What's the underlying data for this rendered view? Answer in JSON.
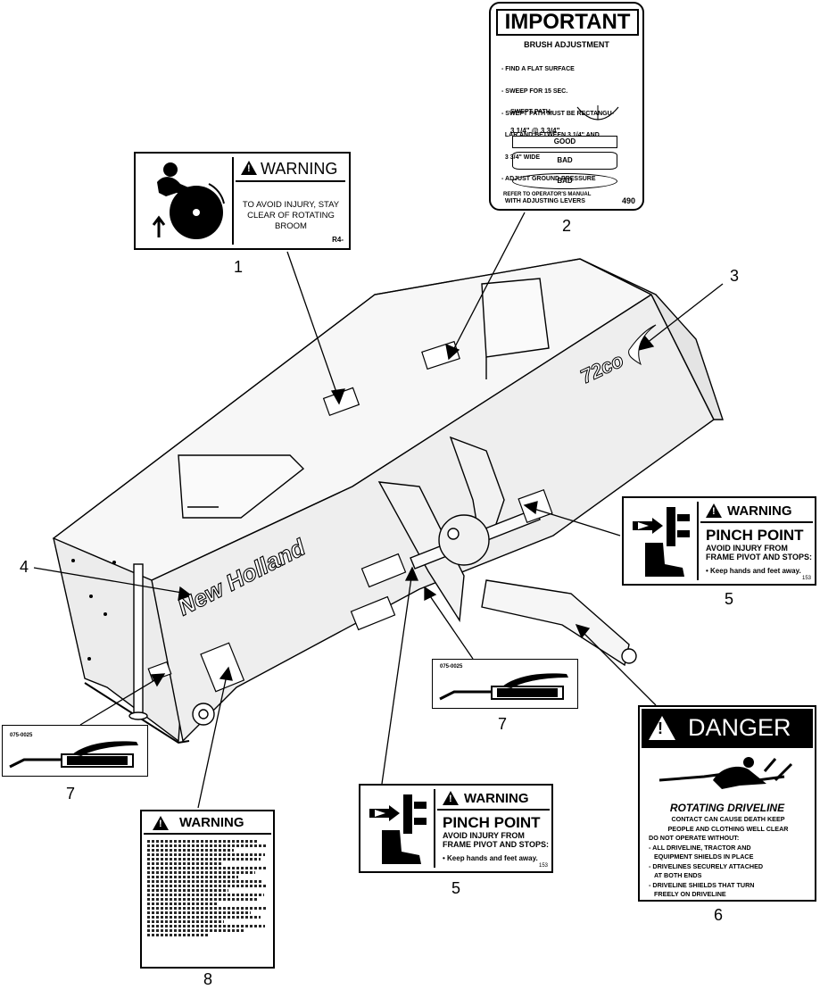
{
  "labels": {
    "decal_1": {
      "callout": "1",
      "header": "WARNING",
      "message": "TO AVOID INJURY, STAY CLEAR OF ROTATING BROOM",
      "code": "R4-"
    },
    "decal_2": {
      "callout": "2",
      "header": "IMPORTANT",
      "subheader": "BRUSH ADJUSTMENT",
      "steps": [
        "- FIND A FLAT SURFACE",
        "- SWEEP FOR 15 SEC.",
        "- SWEPT PATH MUST BE RECTANGU-",
        "  LAR AND BETWEEN 3 1/4\" AND",
        "  3 3/4\" WIDE",
        "- ADJUST GROUND PRESSURE",
        "  WITH ADJUSTING LEVERS"
      ],
      "swept_path_label": "SWEPT PATH",
      "range_label": "3 1/4\" @ 3 3/4\"",
      "good_label": "GOOD",
      "bad_label_1": "BAD",
      "bad_label_2": "BAD",
      "footer": "REFER TO OPERATOR'S MANUAL",
      "code": "490"
    },
    "decal_3": {
      "callout": "3",
      "model_text": "72co"
    },
    "decal_4": {
      "callout": "4",
      "brand_text": "New Holland"
    },
    "decal_5": {
      "callout": "5",
      "header": "WARNING",
      "title": "PINCH POINT",
      "line1": "AVOID INJURY FROM",
      "line2": "FRAME PIVOT AND STOPS:",
      "bullet": "• Keep hands and feet away.",
      "code": "153"
    },
    "decal_6": {
      "callout": "6",
      "header": "DANGER",
      "title": "ROTATING DRIVELINE",
      "line1": "CONTACT CAN CAUSE DEATH KEEP",
      "line2": "PEOPLE AND CLOTHING WELL CLEAR",
      "line3": "DO NOT OPERATE WITHOUT:",
      "line4": "- ALL DRIVELINE, TRACTOR AND",
      "line5": "EQUIPMENT SHIELDS IN PLACE",
      "line6": "- DRIVELINES SECURELY ATTACHED",
      "line7": "AT BOTH ENDS",
      "line8": "- DRIVELINE SHIELDS THAT TURN",
      "line9": "FREELY ON DRIVELINE"
    },
    "decal_7": {
      "callout": "7",
      "code": "075-0025"
    },
    "decal_8": {
      "callout": "8",
      "header": "WARNING"
    }
  },
  "colors": {
    "ink": "#000000",
    "paper": "#ffffff",
    "machine_fill": "#f4f4f4",
    "machine_shade": "#dcdcdc"
  }
}
